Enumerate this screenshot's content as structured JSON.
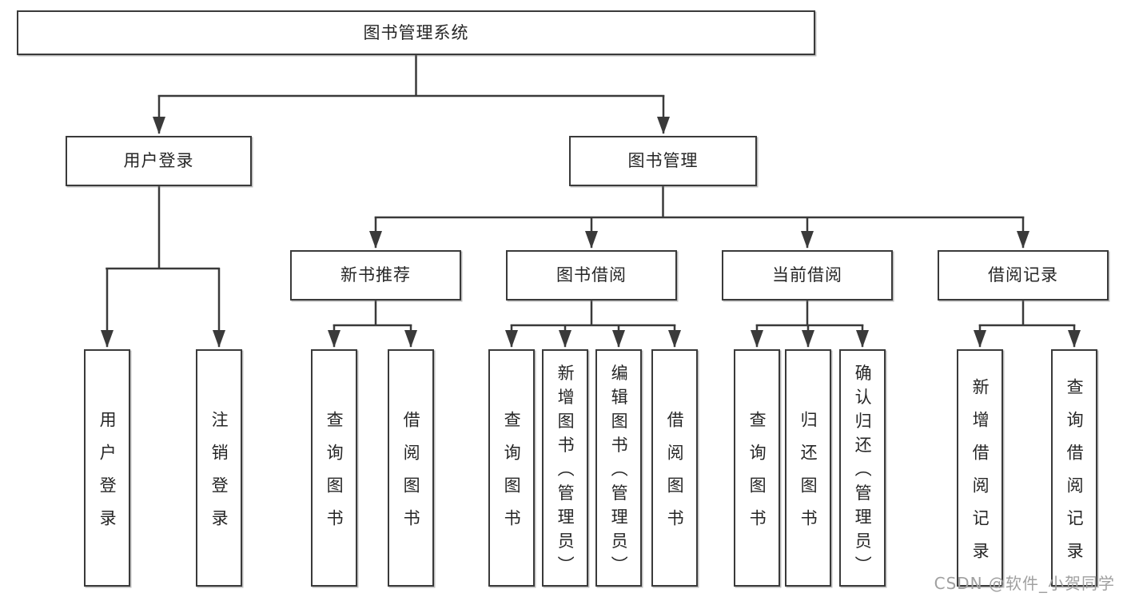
{
  "tree": {
    "label": "图书管理系统",
    "children": [
      {
        "label": "用户登录",
        "children": [
          {
            "label": "用户登录"
          },
          {
            "label": "注销登录"
          }
        ]
      },
      {
        "label": "图书管理",
        "children": [
          {
            "label": "新书推荐",
            "children": [
              {
                "label": "查询图书"
              },
              {
                "label": "借阅图书"
              }
            ]
          },
          {
            "label": "图书借阅",
            "children": [
              {
                "label": "查询图书"
              },
              {
                "label": "新增图书（管理员）"
              },
              {
                "label": "编辑图书（管理员）"
              },
              {
                "label": "借阅图书"
              }
            ]
          },
          {
            "label": "当前借阅",
            "children": [
              {
                "label": "查询图书"
              },
              {
                "label": "归还图书"
              },
              {
                "label": "确认归还（管理员）"
              }
            ]
          },
          {
            "label": "借阅记录",
            "children": [
              {
                "label": "新增借阅记录"
              },
              {
                "label": "查询借阅记录"
              }
            ]
          }
        ]
      }
    ]
  },
  "watermark": {
    "text": "CSDN @软件_小贺同学"
  },
  "colors": {
    "line": "#3a3a3a",
    "box_border": "#3a3a3a",
    "text": "#262626",
    "watermark": "#a0a0a0",
    "background": "#ffffff"
  }
}
